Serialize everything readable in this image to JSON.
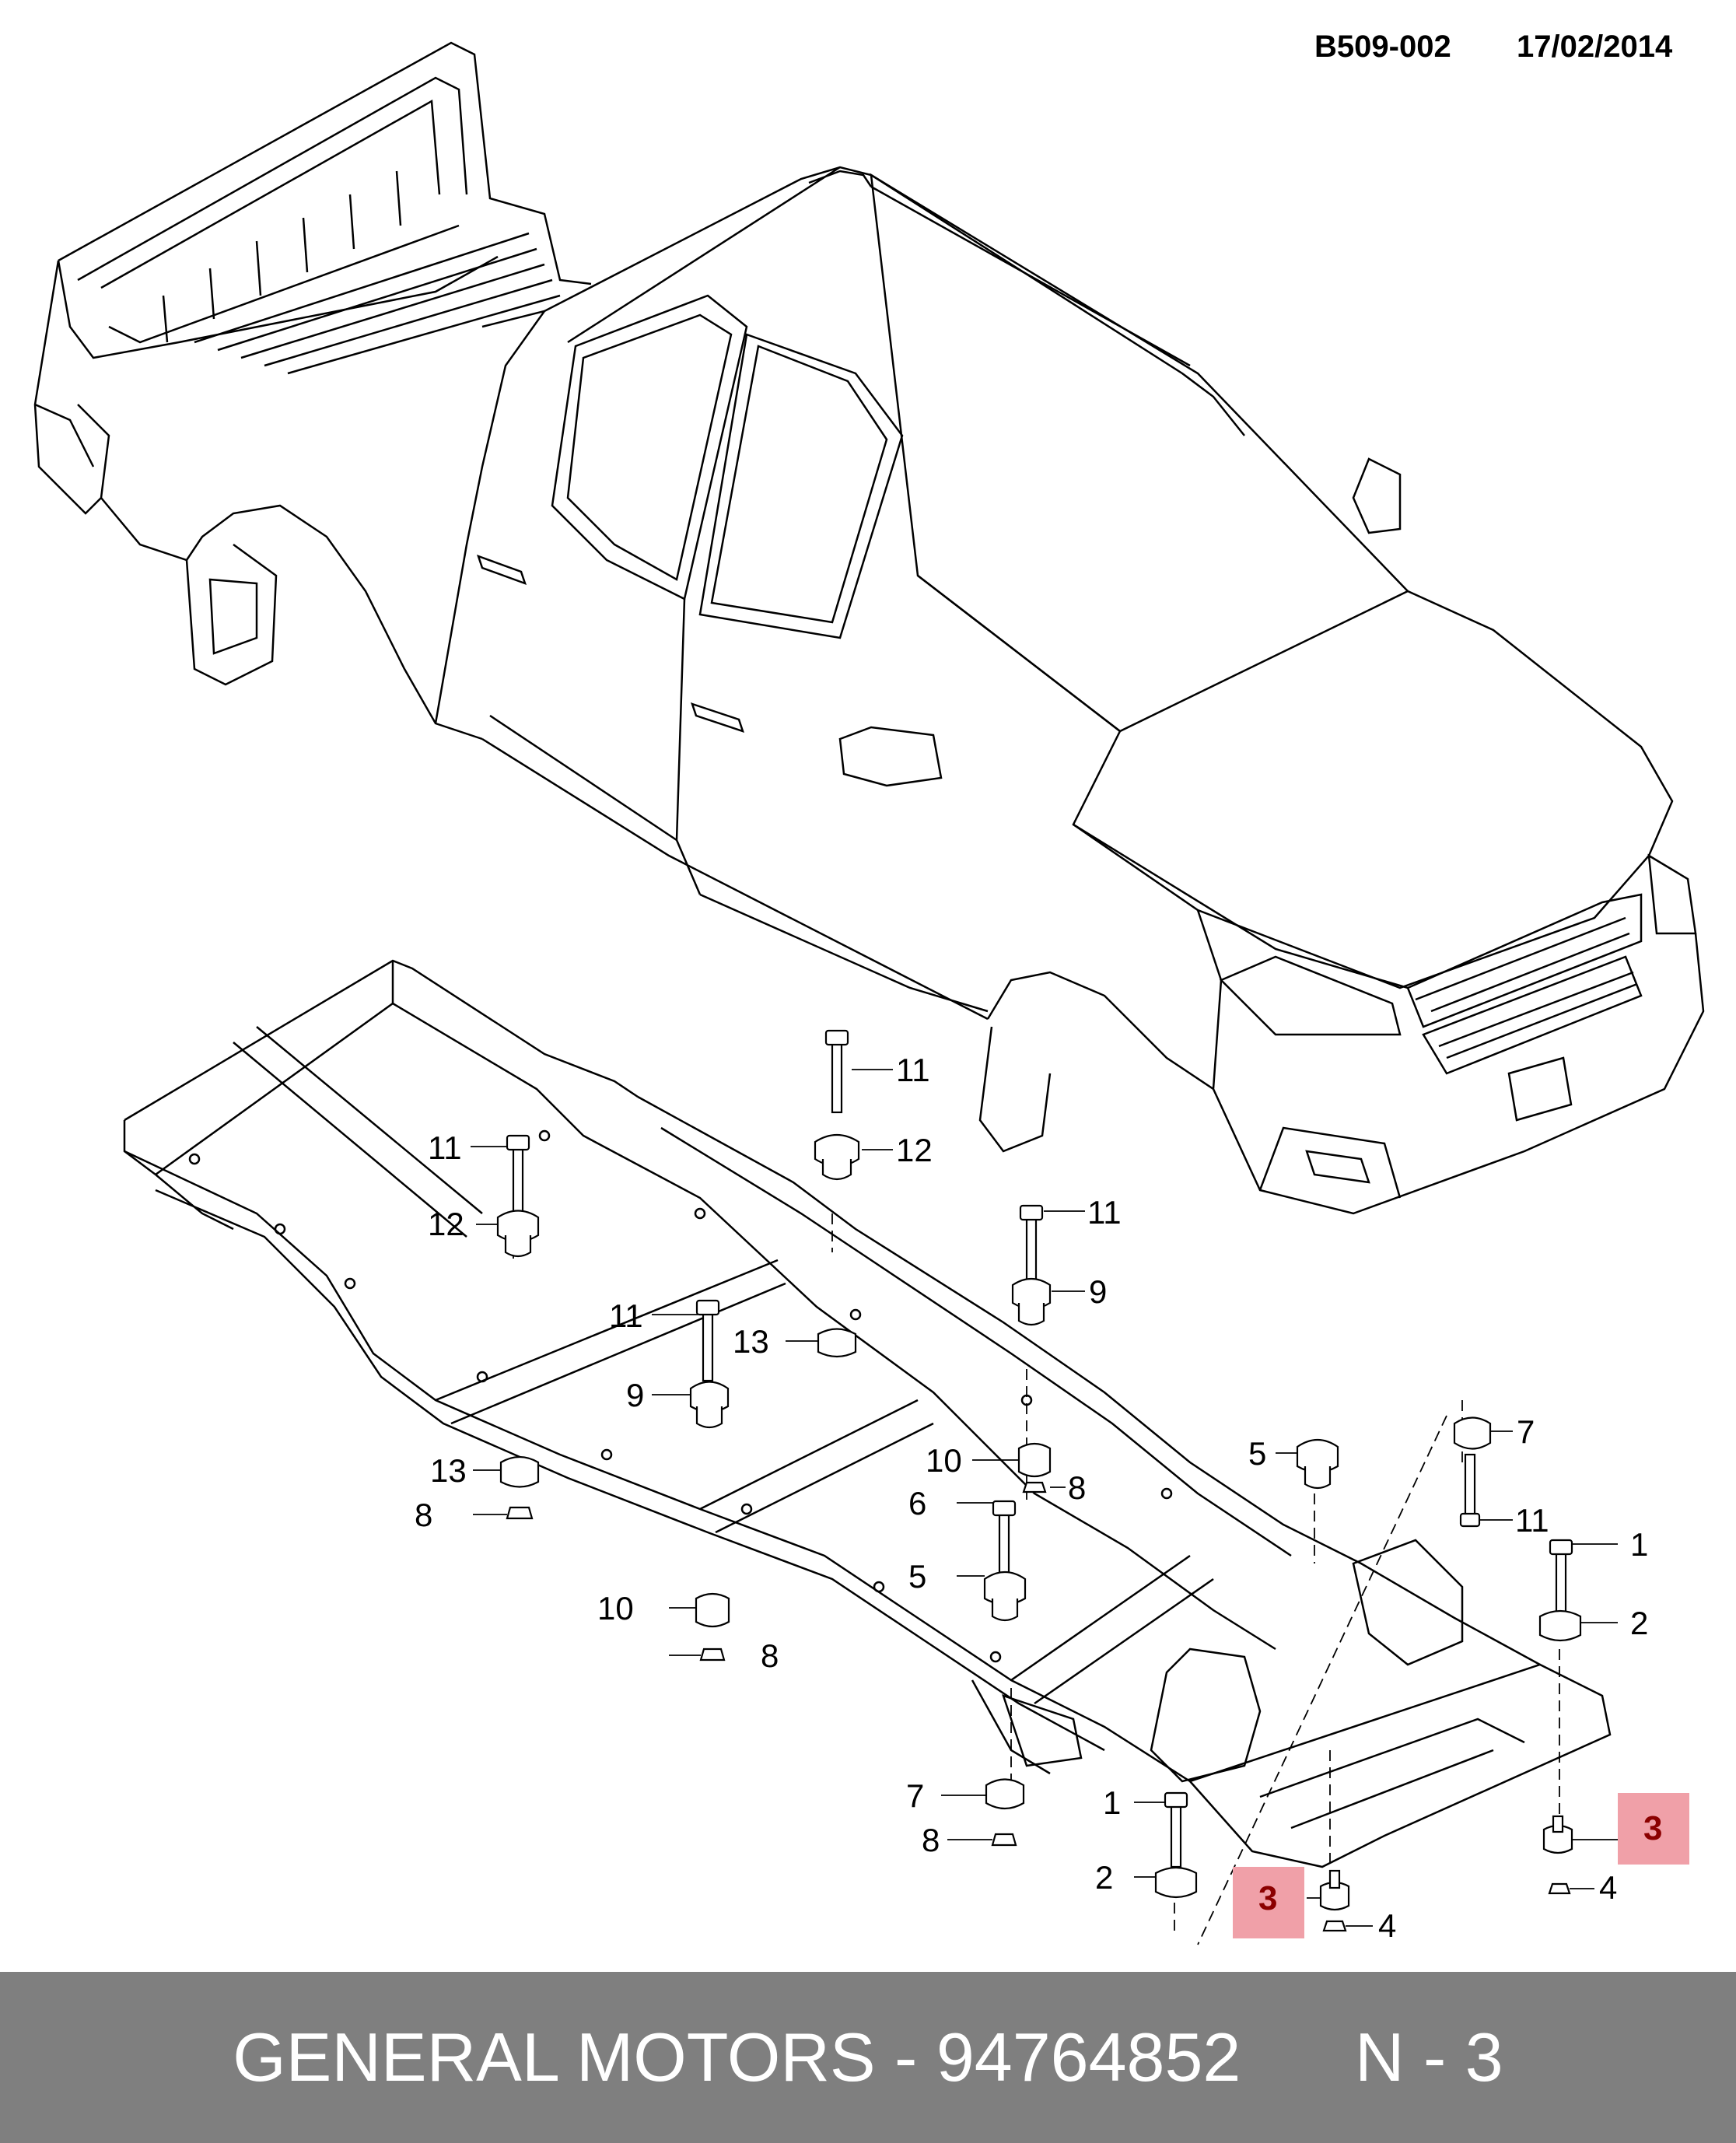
{
  "header": {
    "diagram_code": "B509-002",
    "date": "17/02/2014"
  },
  "footer": {
    "manufacturer": "GENERAL MOTORS",
    "separator": " - ",
    "part_number": "94764852",
    "position_label": "N - 3"
  },
  "highlight_color": "#f0a0a8",
  "callouts": {
    "c1": "11",
    "c2": "12",
    "c3": "11",
    "c4": "12",
    "c5": "11",
    "c6": "9",
    "c7": "11",
    "c8": "13",
    "c9": "9",
    "c10": "13",
    "c11": "8",
    "c12": "10",
    "c13": "8",
    "c14": "5",
    "c15": "7",
    "c16": "11",
    "c17": "6",
    "c18": "5",
    "c19": "1",
    "c20": "2",
    "c21": "10",
    "c22": "8",
    "c23": "7",
    "c24": "8",
    "c25": "1",
    "c26": "2",
    "c27": "3",
    "c28": "4",
    "c29": "3",
    "c30": "4"
  }
}
